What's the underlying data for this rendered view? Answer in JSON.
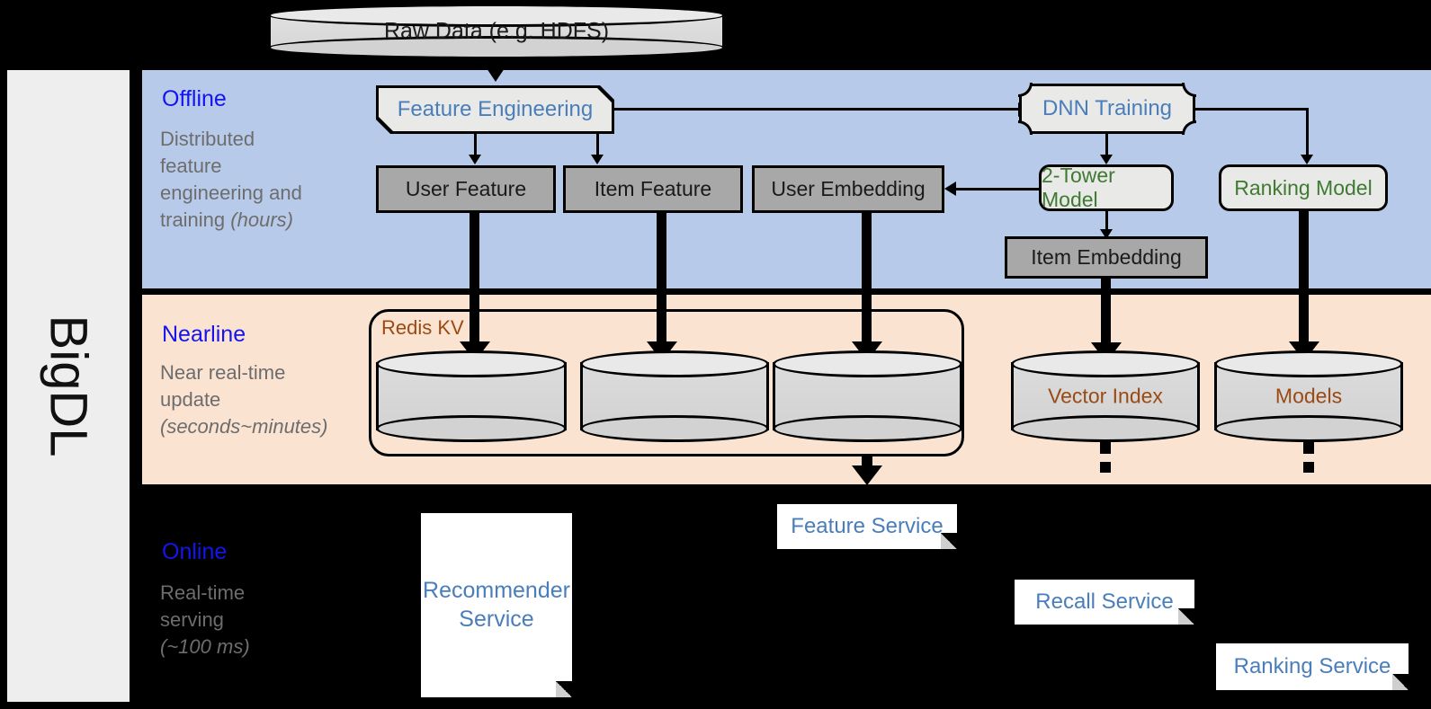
{
  "framework": {
    "name": "BigDL"
  },
  "source": {
    "label": "Raw Data (e.g. HDFS)"
  },
  "bands": {
    "offline": {
      "title": "Offline",
      "subtitle_line1": "Distributed",
      "subtitle_line2": "feature",
      "subtitle_line3": "engineering and",
      "subtitle_line4": "training ",
      "subtitle_emphasis": "(hours)"
    },
    "nearline": {
      "title": "Nearline",
      "subtitle_line1": "Near real-time",
      "subtitle_line2": "update",
      "subtitle_emphasis": "(seconds~minutes)"
    },
    "online": {
      "title": "Online",
      "subtitle_line1": "Real-time",
      "subtitle_line2": "serving",
      "subtitle_emphasis": "(~100 ms)"
    }
  },
  "offline_nodes": {
    "feature_engineering": "Feature Engineering",
    "dnn_training": "DNN Training",
    "user_feature": "User Feature",
    "item_feature": "Item Feature",
    "user_embedding": "User Embedding",
    "two_tower_model": "2-Tower Model",
    "ranking_model": "Ranking Model",
    "item_embedding": "Item Embedding"
  },
  "nearline_nodes": {
    "redis_group": "Redis KV",
    "store_user_feature": "",
    "store_item_feature": "",
    "store_user_embedding": "",
    "vector_index": "Vector Index",
    "models": "Models"
  },
  "online_nodes": {
    "recommender_service": "Recommender Service",
    "recommender_service_line1": "Recommender",
    "recommender_service_line2": "Service",
    "feature_service": "Feature Service",
    "recall_service": "Recall Service",
    "ranking_service": "Ranking Service"
  },
  "colors": {
    "offline_band": "#b8caea",
    "nearline_band": "#fbe3d2",
    "online_band": "#000000",
    "band_title": "#1414ee",
    "band_subtitle": "#6d6d6d",
    "node_blue_text": "#4a7ebb",
    "node_green_text": "#3f7a32",
    "storage_text": "#9a4a14",
    "gray_box_fill": "#a8a8a8",
    "light_box_fill": "#e9e9e7",
    "rail_fill": "#eeeeee"
  }
}
